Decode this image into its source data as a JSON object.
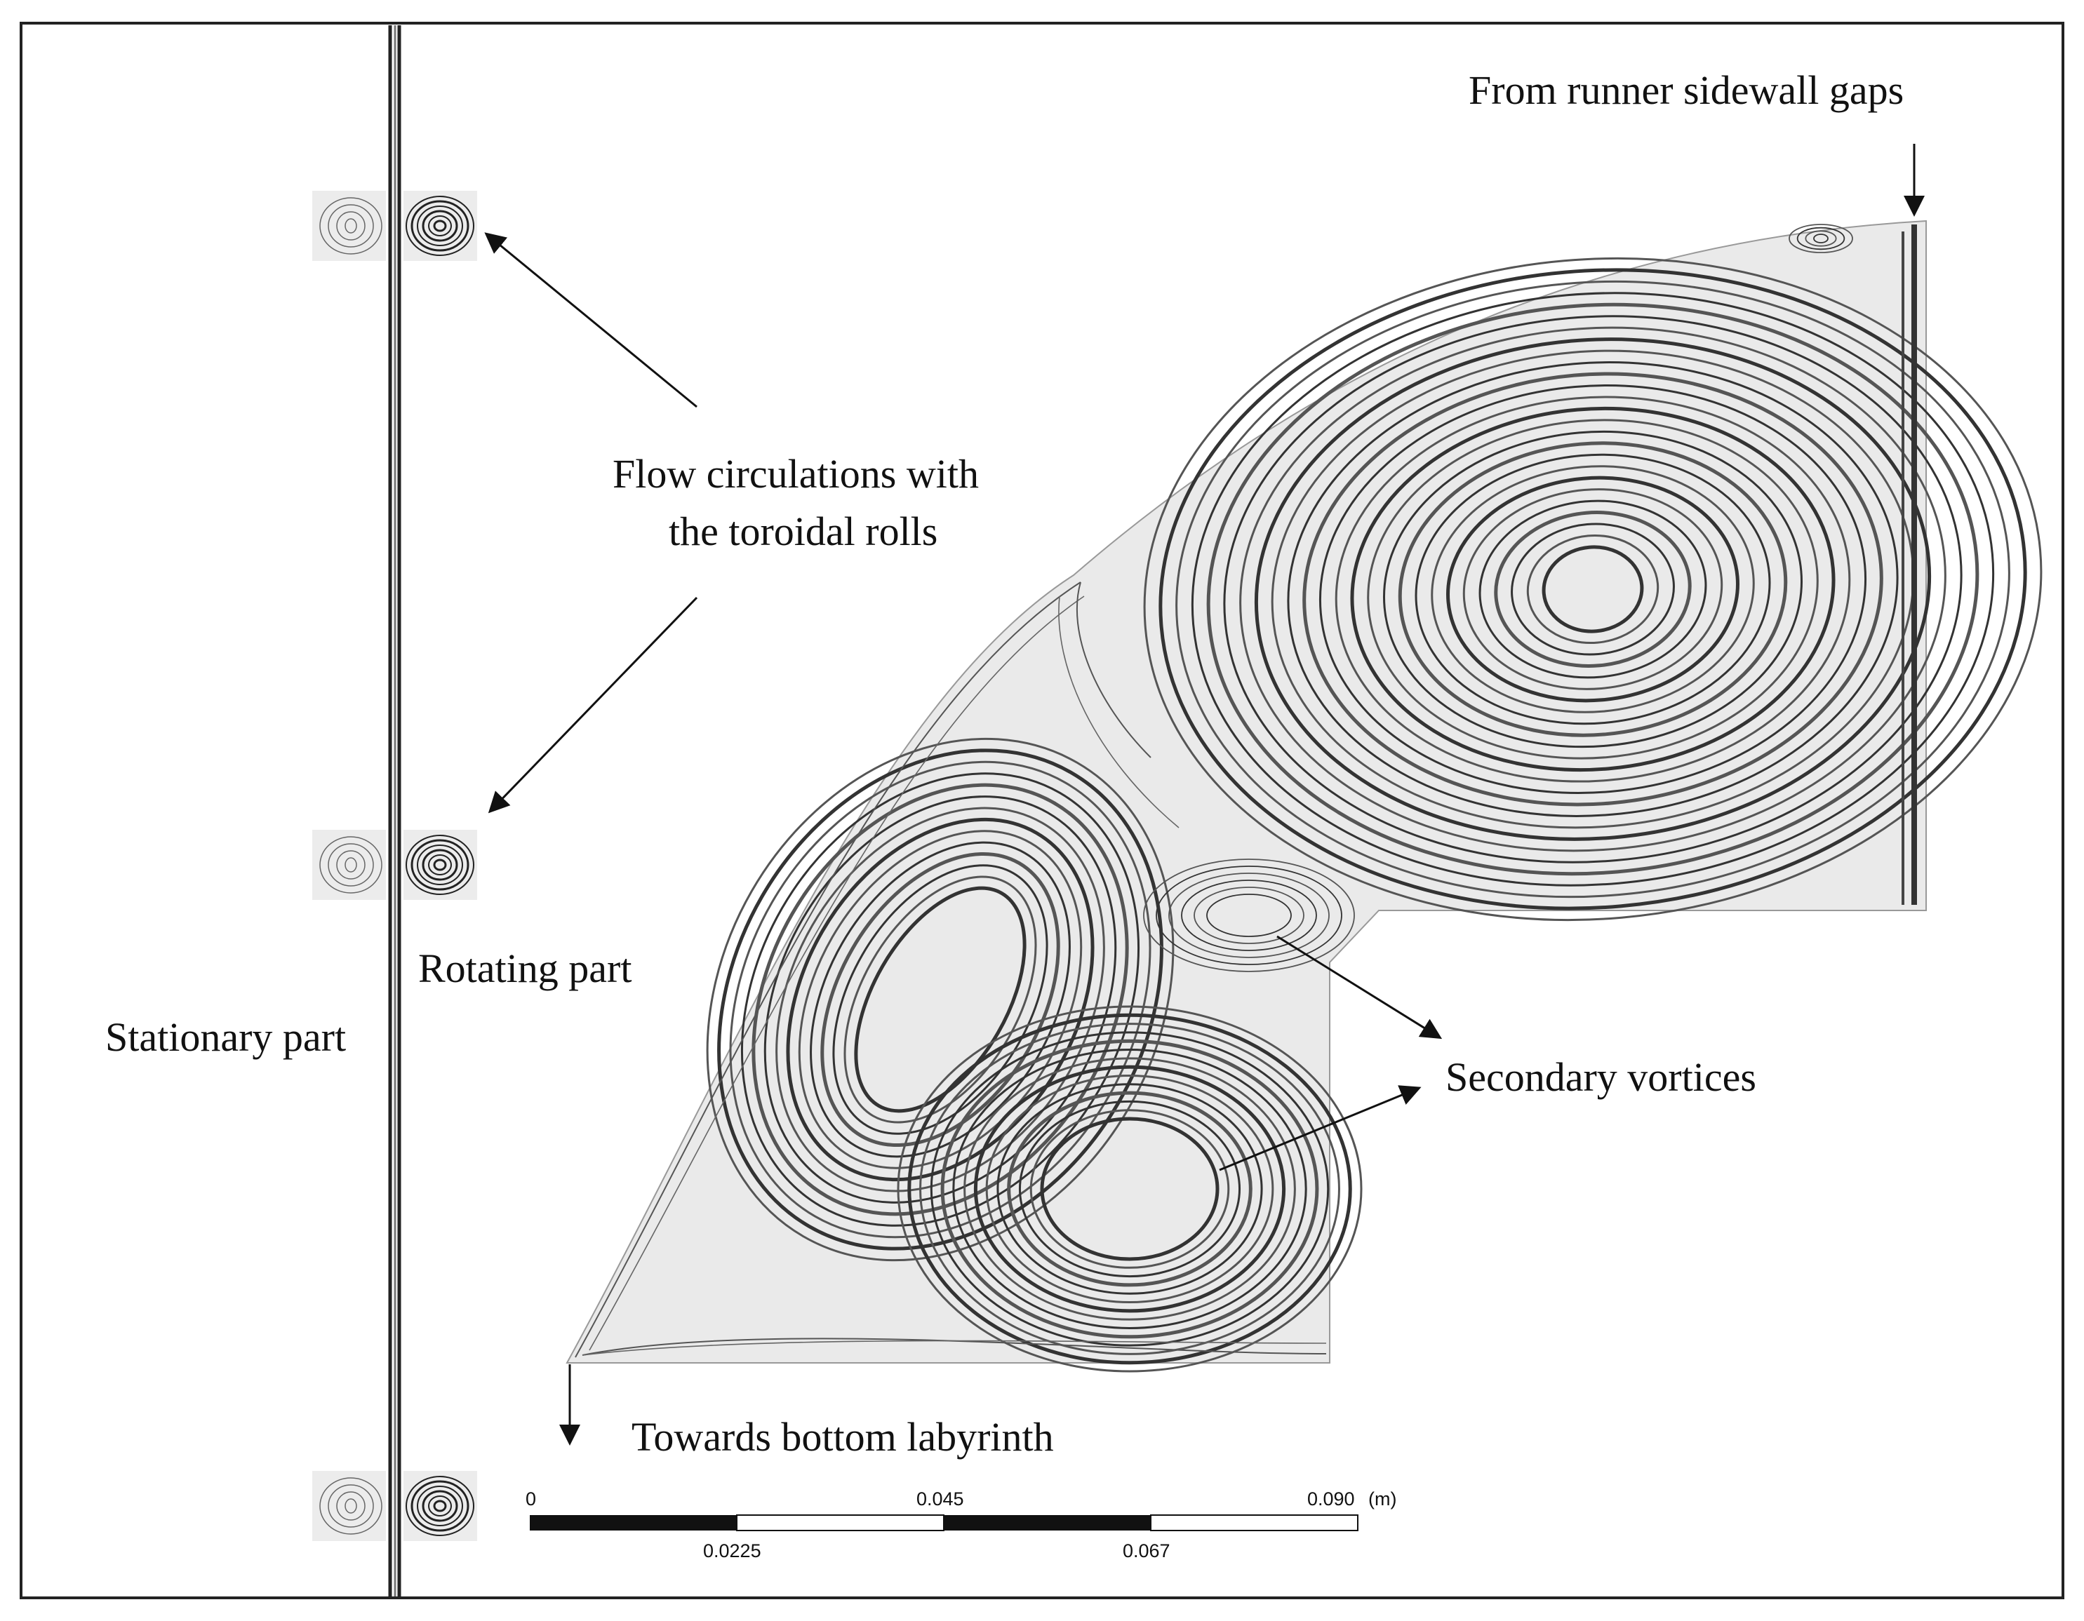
{
  "labels": {
    "from_runner": "From runner sidewall gaps",
    "flow_circ_line1": "Flow circulations with",
    "flow_circ_line2": "the toroidal rolls",
    "rotating": "Rotating part",
    "stationary": "Stationary part",
    "secondary": "Secondary vortices",
    "towards_bottom": "Towards bottom labyrinth"
  },
  "scale_bar": {
    "ticks_top": [
      "0",
      "0.045",
      "0.090"
    ],
    "ticks_bottom": [
      "0.0225",
      "0.067"
    ],
    "unit": "(m)"
  },
  "colors": {
    "domain_fill": "#eaeaea",
    "streamline": "#333333",
    "frame": "#222222"
  }
}
